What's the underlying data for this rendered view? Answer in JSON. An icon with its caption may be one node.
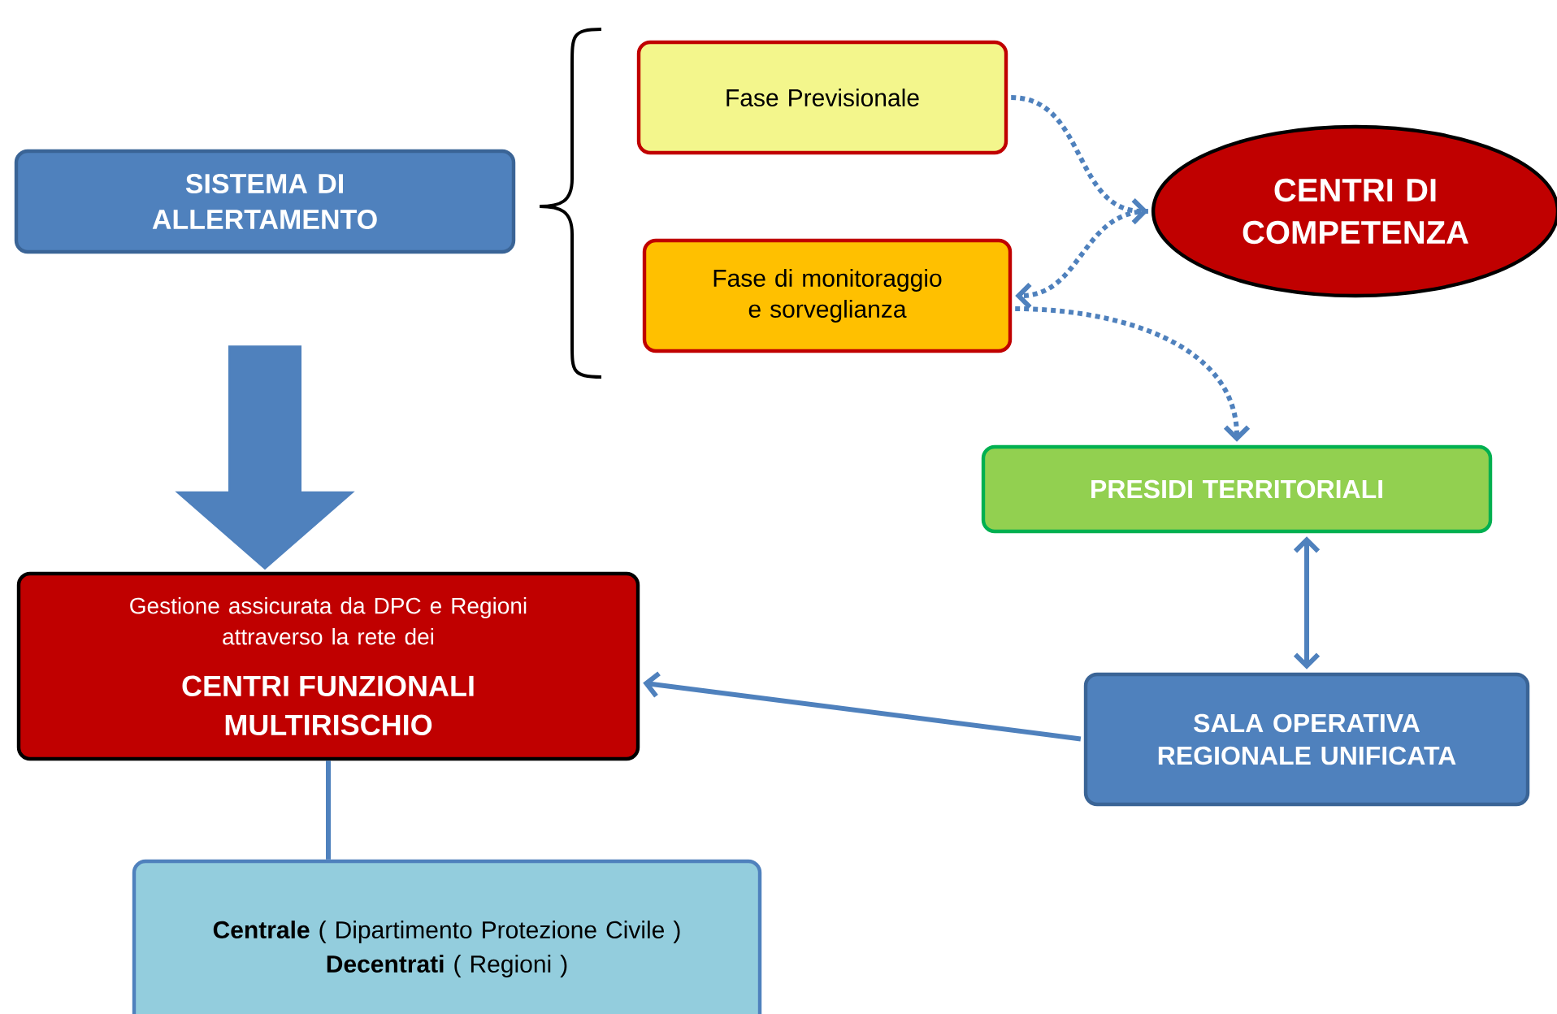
{
  "diagram": {
    "nodes": [
      {
        "text": [
          "SISTEMA DI ALLERTAMENTO"
        ]
      },
      {
        "text": [
          "Fase Previsionale"
        ]
      },
      {
        "text": [
          "Fase di monitoraggio e sorveglianza"
        ]
      },
      {
        "text": [
          "CENTRI DI COMPETENZA"
        ]
      },
      {
        "text": [
          "PRESIDI TERRITORIALI"
        ]
      },
      {
        "text": [
          "Gestione assicurata da DPC e Regioni attraverso la rete dei",
          "CENTRI FUNZIONALI MULTIRISCHIO"
        ]
      },
      {
        "text": [
          "SALA OPERATIVA REGIONALE UNIFICATA"
        ]
      },
      {
        "text": [
          "**Centrale** ( Dipartimento Protezione Civile )",
          "**Decentrati** ( Regioni )"
        ]
      }
    ],
    "edges": [
      {
        "from": 0,
        "to": 5,
        "arrow": "to",
        "style": "thick"
      },
      {
        "from": 1,
        "to": 3,
        "arrow": "to",
        "style": "dashed"
      },
      {
        "from": 3,
        "to": 2,
        "arrow": "to",
        "style": "dashed"
      },
      {
        "from": 2,
        "to": 4,
        "arrow": "to",
        "style": "dashed"
      },
      {
        "from": 4,
        "to": 6,
        "arrow": "both"
      },
      {
        "from": 6,
        "to": 5,
        "arrow": "to"
      },
      {
        "from": 5,
        "to": 7,
        "arrow": "none"
      }
    ]
  }
}
